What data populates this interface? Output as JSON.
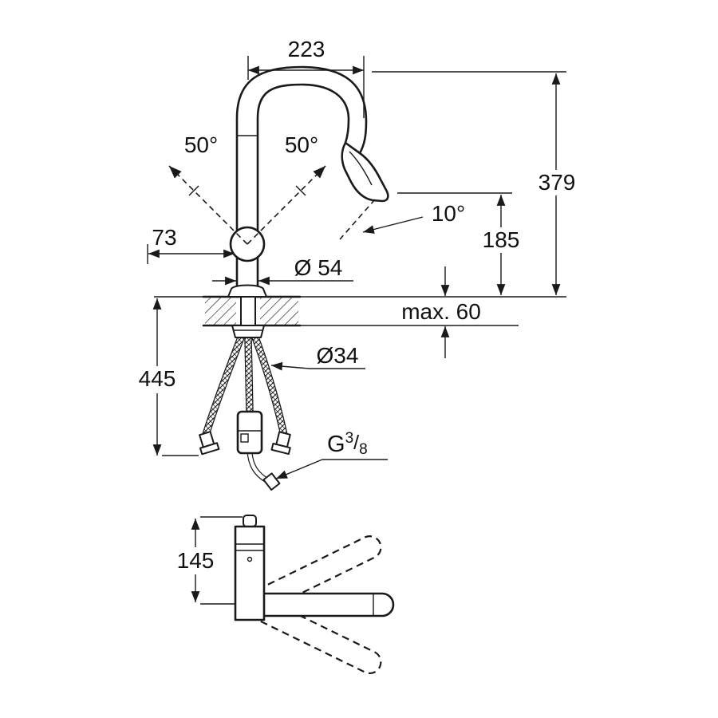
{
  "colors": {
    "line": "#1a1a1a",
    "background": "#ffffff"
  },
  "labels": {
    "spout_reach": "223",
    "total_height": "379",
    "outlet_height": "185",
    "swivel_left": "50°",
    "swivel_right": "50°",
    "spray_angle": "10°",
    "handle_clearance": "73",
    "body_diameter": "Ø 54",
    "max_deck_thickness": "max. 60",
    "shank_diameter": "Ø34",
    "hose_length": "445",
    "thread_g": "G",
    "thread_sup": "3",
    "thread_slash": "/",
    "thread_sub": "8",
    "base_height": "145"
  }
}
